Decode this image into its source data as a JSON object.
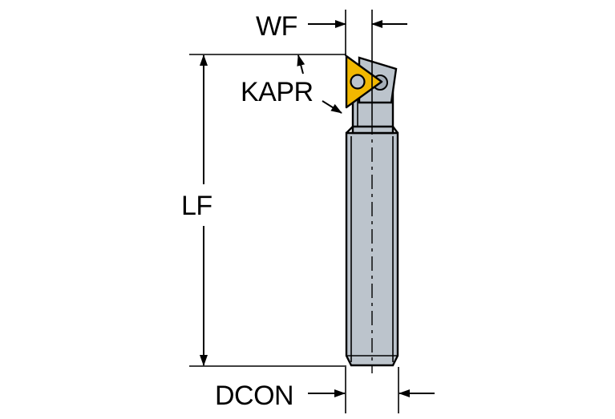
{
  "labels": {
    "wf": "WF",
    "kapr": "KAPR",
    "lf": "LF",
    "dcon": "DCON"
  },
  "colors": {
    "body": "#bcc4cc",
    "body_shadow": "#a4adb7",
    "insert": "#f2b800",
    "line": "#000000",
    "background": "#ffffff"
  }
}
